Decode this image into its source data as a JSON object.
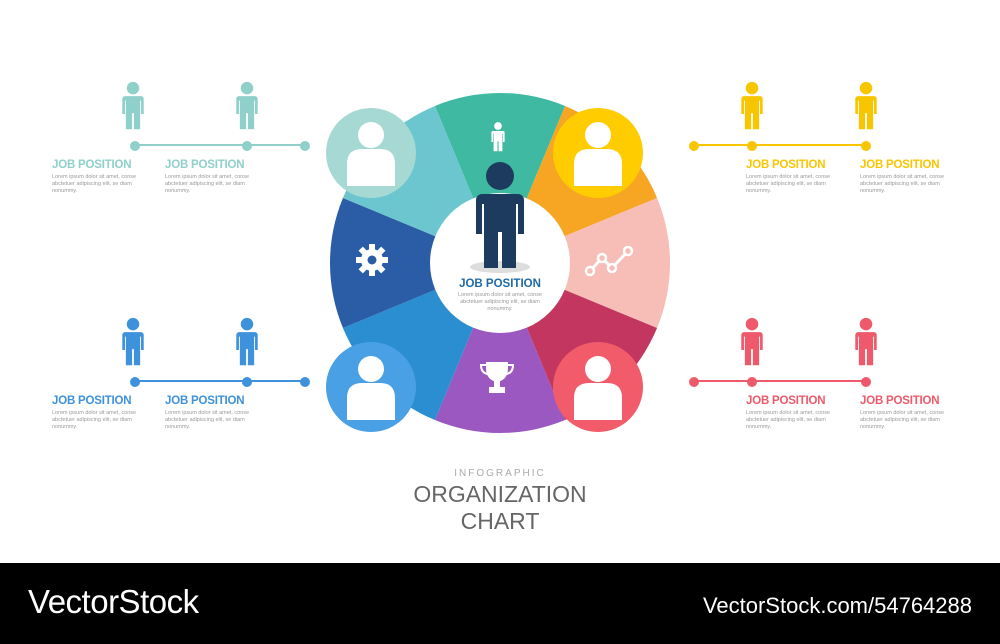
{
  "colors": {
    "teal": "#8fd0ca",
    "yellow": "#f8c600",
    "blue": "#3e92db",
    "red": "#ee5a6b",
    "navy": "#1d3b5e"
  },
  "wedges": [
    {
      "name": "top",
      "color": "#3fb9a2",
      "icon": "person-icon"
    },
    {
      "name": "top-right",
      "color": "#f6a623"
    },
    {
      "name": "right",
      "color": "#f7bdb7",
      "icon": "line-chart-icon"
    },
    {
      "name": "bottom-right",
      "color": "#c2365f"
    },
    {
      "name": "bottom",
      "color": "#9b58c1",
      "icon": "trophy-icon"
    },
    {
      "name": "bottom-left",
      "color": "#2a8ed1"
    },
    {
      "name": "left",
      "color": "#2a5da6",
      "icon": "gear-icon"
    },
    {
      "name": "top-left",
      "color": "#6cc6cf"
    }
  ],
  "corner_circles": [
    {
      "name": "top-left",
      "color": "#a7d9d4"
    },
    {
      "name": "top-right",
      "color": "#ffcc00"
    },
    {
      "name": "bottom-left",
      "color": "#49a0e4"
    },
    {
      "name": "bottom-right",
      "color": "#f25c6a"
    }
  ],
  "center": {
    "title": "JOB POSITION",
    "desc": "Lorem ipsum dolor sit amet, conse abctetuer adipiscing elit, se diam nonummy."
  },
  "groups": {
    "top_left": [
      {
        "title": "JOB POSITION",
        "desc": "Lorem ipsum dolor sit amet, conse abctetuer adipiscing elit, se diam nonummy."
      },
      {
        "title": "JOB POSITION",
        "desc": "Lorem ipsum dolor sit amet, conse abctetuer adipiscing elit, se diam nonummy."
      }
    ],
    "top_right": [
      {
        "title": "JOB POSITION",
        "desc": "Lorem ipsum dolor sit amet, conse abctetuer adipiscing elit, se diam nonummy."
      },
      {
        "title": "JOB POSITION",
        "desc": "Lorem ipsum dolor sit amet, conse abctetuer adipiscing elit, se diam nonummy."
      }
    ],
    "bottom_left": [
      {
        "title": "JOB POSITION",
        "desc": "Lorem ipsum dolor sit amet, conse abctetuer adipiscing elit, se diam nonummy."
      },
      {
        "title": "JOB POSITION",
        "desc": "Lorem ipsum dolor sit amet, conse abctetuer adipiscing elit, se diam nonummy."
      }
    ],
    "bottom_right": [
      {
        "title": "JOB POSITION",
        "desc": "Lorem ipsum dolor sit amet, conse abctetuer adipiscing elit, se diam nonummy."
      },
      {
        "title": "JOB POSITION",
        "desc": "Lorem ipsum dolor sit amet, conse abctetuer adipiscing elit, se diam nonummy."
      }
    ]
  },
  "title": {
    "small": "INFOGRAPHIC",
    "line1": "ORGANIZATION",
    "line2": "CHART"
  },
  "footer": {
    "brand": "VectorStock",
    "url": "VectorStock.com/54764288"
  }
}
